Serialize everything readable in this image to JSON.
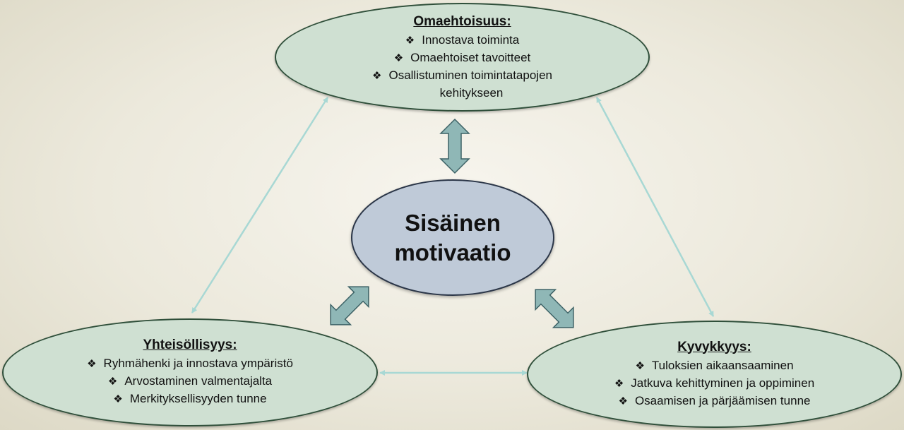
{
  "nodes": {
    "top": {
      "title": "Omaehtoisuus:",
      "items": [
        "Innostava toiminta",
        "Omaehtoiset tavoitteet",
        "Osallistuminen toimintatapojen",
        "kehitykseen"
      ],
      "item_bullets": [
        true,
        true,
        true,
        false
      ]
    },
    "center": {
      "lines": [
        "Sisäinen",
        "motivaatio"
      ]
    },
    "left": {
      "title": "Yhteisöllisyys:",
      "items": [
        "Ryhmähenki ja innostava ympäristö",
        "Arvostaminen valmentajalta",
        "Merkityksellisyyden tunne"
      ],
      "item_bullets": [
        true,
        true,
        true
      ]
    },
    "right": {
      "title": "Kyvykkyys:",
      "items": [
        "Tuloksien aikaansaaminen",
        "Jatkuva kehittyminen ja oppiminen",
        "Osaamisen ja pärjäämisen tunne"
      ],
      "item_bullets": [
        true,
        true,
        true
      ]
    }
  },
  "bullet_glyph": "❖",
  "colors": {
    "ellipse_fill": "#cfe0d2",
    "ellipse_border": "#2f4f3a",
    "center_fill": "#bfcad8",
    "center_border": "#2b3648",
    "thick_arrow_fill": "#8fb7b6",
    "thick_arrow_stroke": "#3d6266",
    "thin_arrow": "#a8d8d4"
  }
}
